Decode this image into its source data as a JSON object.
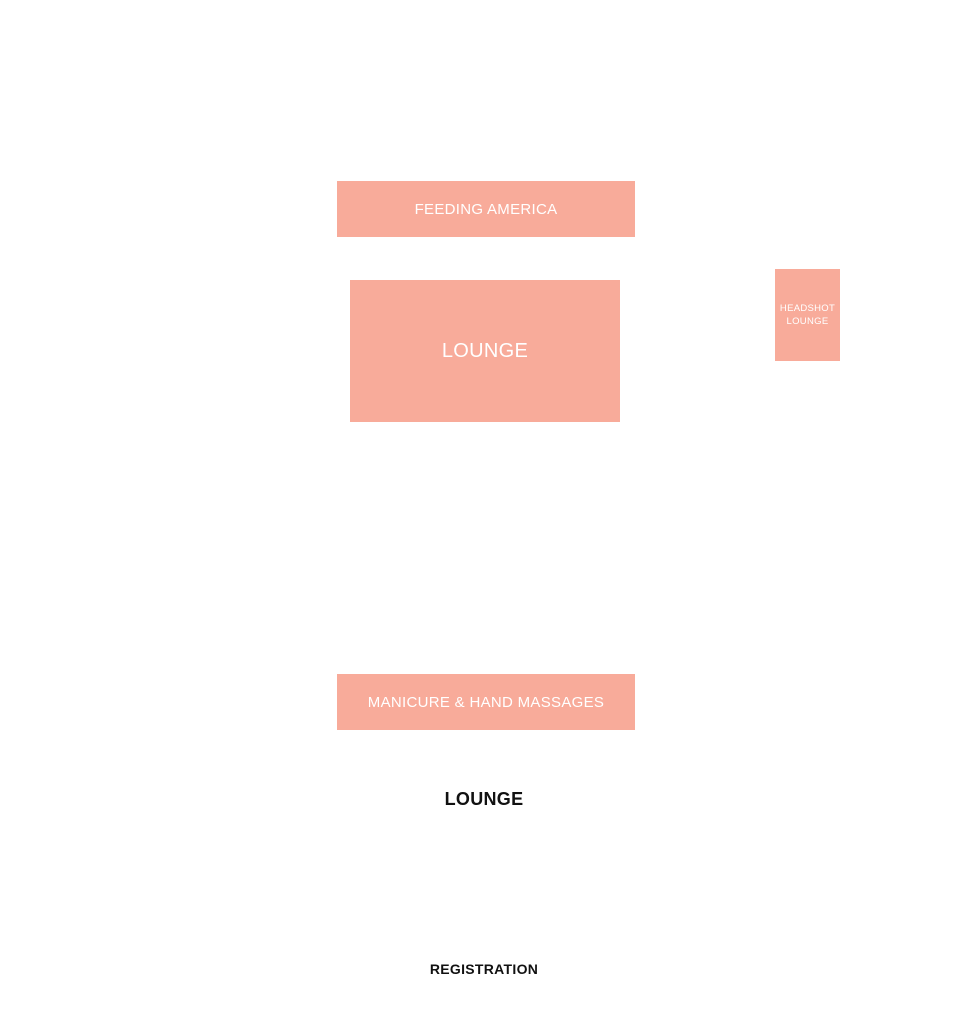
{
  "floor_plan": {
    "booths": {
      "feeding_america": "FEEDING AMERICA",
      "lounge": "LOUNGE",
      "headshot_lounge": {
        "line1": "HEADSHOT",
        "line2": "LOUNGE"
      },
      "manicure": "MANICURE & HAND MASSAGES"
    },
    "labels": {
      "lounge": "LOUNGE",
      "registration": "REGISTRATION"
    },
    "colors": {
      "booth_fill": "#f8ab9a",
      "booth_text": "#ffffff",
      "label_text": "#111111"
    }
  }
}
